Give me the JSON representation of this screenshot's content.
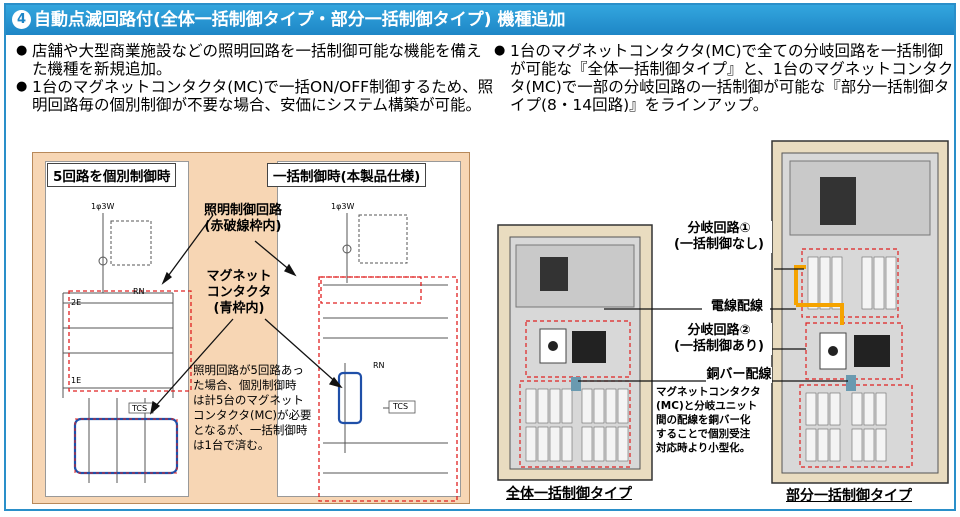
{
  "title": {
    "number": "4",
    "text": "自動点滅回路付(全体一括制御タイプ・部分一括制御タイプ) 機種追加"
  },
  "left_bullets": [
    "店舗や大型商業施設などの照明回路を一括制御可能な機能を備えた機種を新規追加。",
    "1台のマグネットコンタクタ(MC)で一括ON/OFF制御するため、照明回路毎の個別制御が不要な場合、安価にシステム構築が可能。"
  ],
  "right_bullets": [
    "1台のマグネットコンタクタ(MC)で全ての分岐回路を一括制御が可能な『全体一括制御タイプ』と、1台のマグネットコンタクタ(MC)で一部の分岐回路の一括制御が可能な『部分一括制御タイプ(8・14回路)』をラインアップ。"
  ],
  "diagram_left": {
    "panel_title_individual": "5回路を個別制御時",
    "panel_title_bulk": "一括制御時(本製品仕様)",
    "label_lighting": [
      "照明制御回路",
      "(赤破線枠内)"
    ],
    "label_mc": [
      "マグネット",
      "コンタクタ",
      "(青枠内)"
    ],
    "note": [
      "照明回路が5回路あっ",
      "た場合、個別制御時",
      "は計5台のマグネット",
      "コンタクタ(MC)が必要",
      "となるが、一括制御時",
      "は1台で済む。"
    ],
    "tcs_left": "TCS",
    "tcs_right": "TCS",
    "phase_left": "1φ3W",
    "phase_right": "1φ3W",
    "rn": "RN",
    "rn2": "RN",
    "e2": "2E",
    "e1": "1E"
  },
  "diagram_right": {
    "callout_branch1": [
      "分岐回路①",
      "(一括制御なし)"
    ],
    "callout_wire": "電線配線",
    "callout_branch2": [
      "分岐回路②",
      "(一括制御あり)"
    ],
    "callout_busbar": "銅バー配線",
    "note": [
      "マグネットコンタクタ",
      "(MC)と分岐ユニット",
      "間の配線を銅バー化",
      "することで個別受注",
      "対応時より小型化。"
    ],
    "caption_full": "全体一括制御タイプ",
    "caption_partial": "部分一括制御タイプ"
  },
  "colors": {
    "title_bg": "#1e86c6",
    "frame": "#2a8fc9",
    "orange_bg": "#f7d6b4",
    "red_dash": "#e02020",
    "blue_box": "#1f4fa8",
    "wire_orange": "#f5a300"
  }
}
